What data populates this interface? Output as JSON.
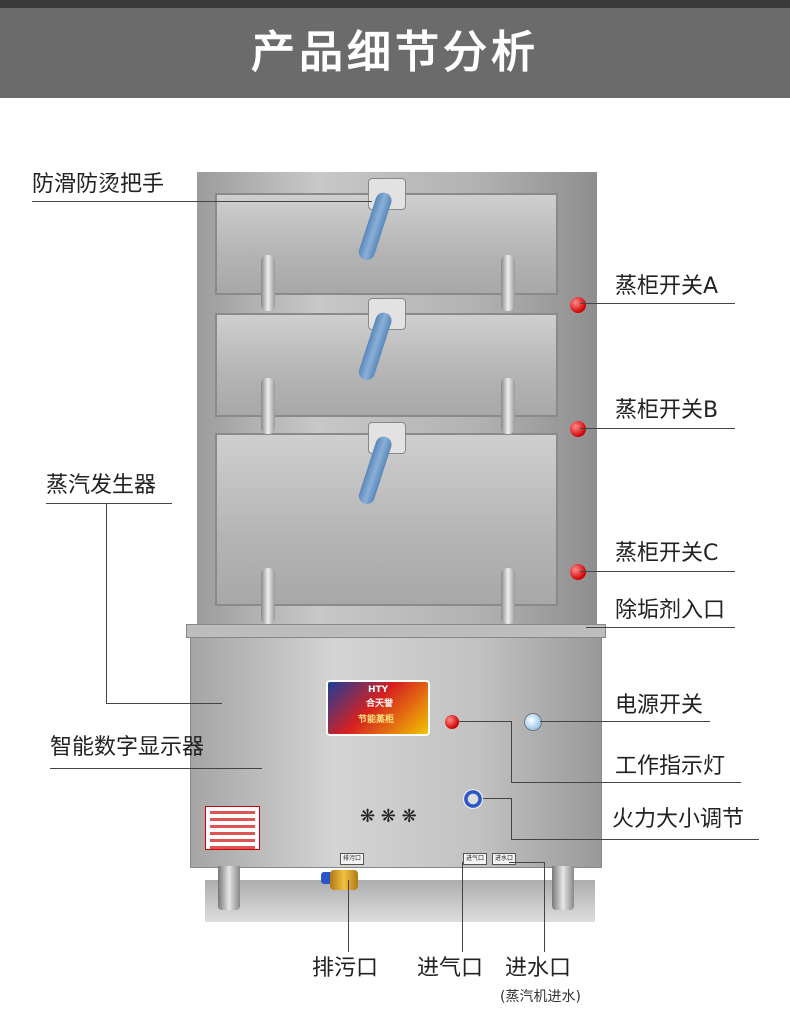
{
  "banner": {
    "title": "产品细节分析"
  },
  "labels": {
    "anti_slip_handle": "防滑防烫把手",
    "switch_a": "蒸柜开关A",
    "switch_b": "蒸柜开关B",
    "switch_c": "蒸柜开关C",
    "steam_generator": "蒸汽发生器",
    "descaler_inlet": "除垢剂入口",
    "power_switch": "电源开关",
    "digital_display": "智能数字显示器",
    "work_light": "工作指示灯",
    "fire_adjust": "火力大小调节",
    "drain": "排污口",
    "gas_inlet": "进气口",
    "water_inlet": "进水口",
    "water_inlet_note": "(蒸汽机进水)"
  },
  "cabinet": {
    "badge_brand": "HTY",
    "badge_line2": "合天誉",
    "badge_line3": "节能蒸柜",
    "tag_drain": "排污口",
    "tag_gas": "进气口",
    "tag_water": "进水口",
    "burners": "❋ ❋ ❋"
  },
  "colors": {
    "banner": "#6b6b6b",
    "lamp": "#d00000",
    "handle": "#5a86b8",
    "knob": "#2a56c9"
  }
}
